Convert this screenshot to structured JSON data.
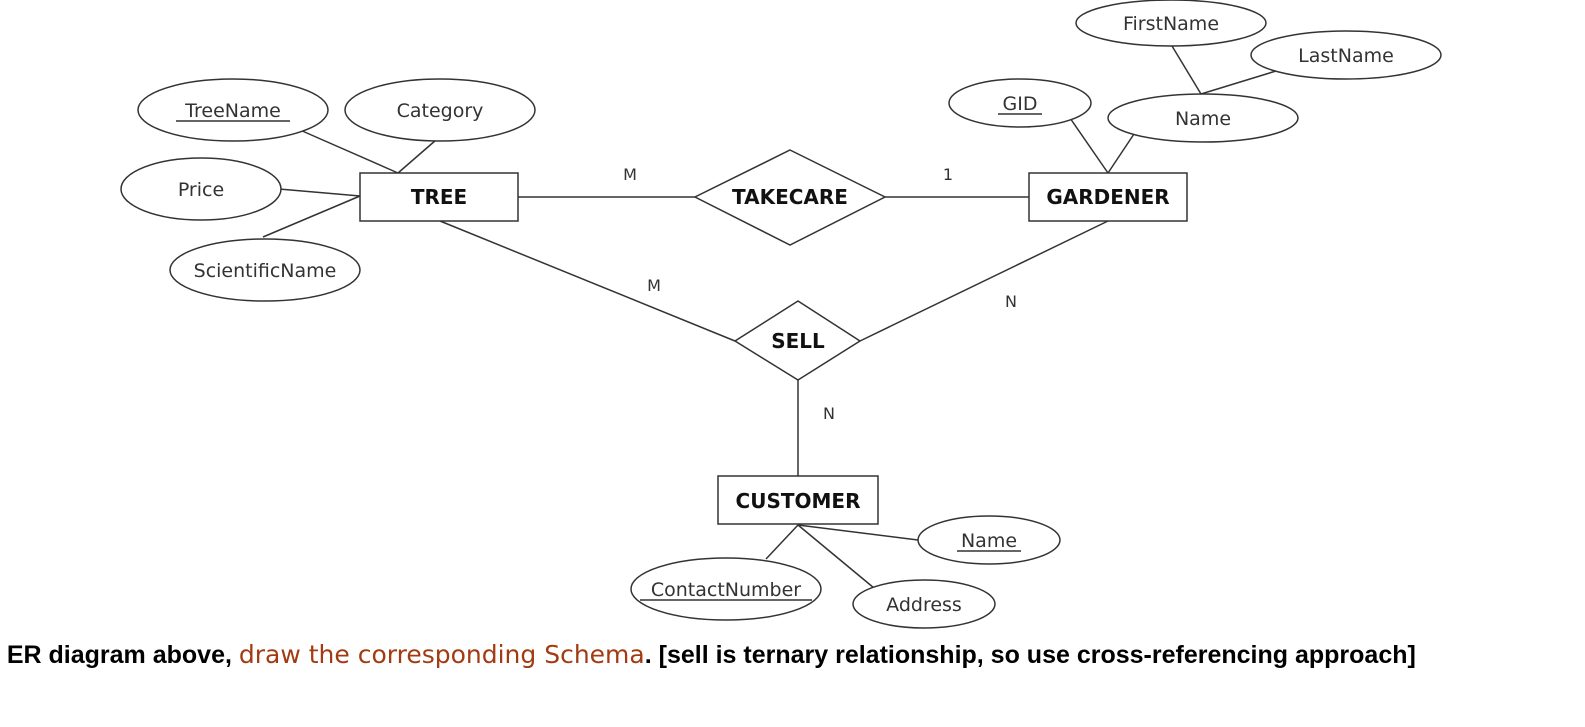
{
  "entities": {
    "tree": "TREE",
    "gardener": "GARDENER",
    "customer": "CUSTOMER"
  },
  "relationships": {
    "takecare": "TAKECARE",
    "sell": "SELL"
  },
  "attributes": {
    "tree_name": "TreeName",
    "category": "Category",
    "price": "Price",
    "scientific_name": "ScientificName",
    "gid": "GID",
    "gardener_name": "Name",
    "first_name": "FirstName",
    "last_name": "LastName",
    "customer_name": "Name",
    "contact_number": "ContactNumber",
    "address": "Address"
  },
  "cardinalities": {
    "tree_takecare": "M",
    "gardener_takecare": "1",
    "tree_sell": "M",
    "gardener_sell": "N",
    "customer_sell": "N"
  },
  "caption": {
    "prefix": "e ER diagram above, ",
    "highlight": "draw the corresponding Schema",
    "suffix": ". [sell is ternary relationship, so use cross-referencing approach]"
  },
  "colors": {
    "stroke": "#333333",
    "highlight": "#a23b12"
  }
}
